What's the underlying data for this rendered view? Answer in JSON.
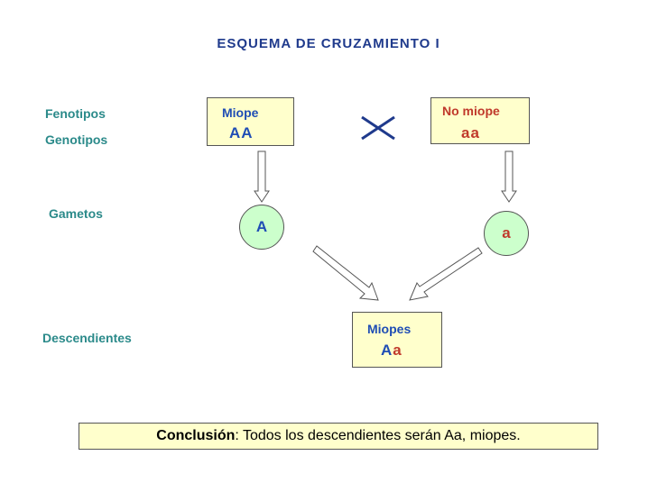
{
  "title": "ESQUEMA DE CRUZAMIENTO I",
  "row_labels": {
    "fenotipos": "Fenotipos",
    "genotipos": "Genotipos",
    "gametos": "Gametos",
    "descendientes": "Descendientes"
  },
  "parent_left": {
    "phenotype": "Miope",
    "genotype": "AA"
  },
  "parent_right": {
    "phenotype": "No miope",
    "genotype": "aa"
  },
  "cross_symbol": "×",
  "gamete_left": "A",
  "gamete_right": "a",
  "offspring": {
    "phenotype": "Miopes",
    "allele_dominant": "A",
    "allele_recessive": "a"
  },
  "conclusion": {
    "bold": "Conclusión",
    "text": ": Todos los descendientes serán Aa, miopes."
  },
  "colors": {
    "title": "#1f3a8c",
    "label": "#2b8a8a",
    "box_fill": "#ffffcc",
    "circle_fill": "#ccffcc",
    "blue": "#1f4db5",
    "red": "#c0392b"
  }
}
